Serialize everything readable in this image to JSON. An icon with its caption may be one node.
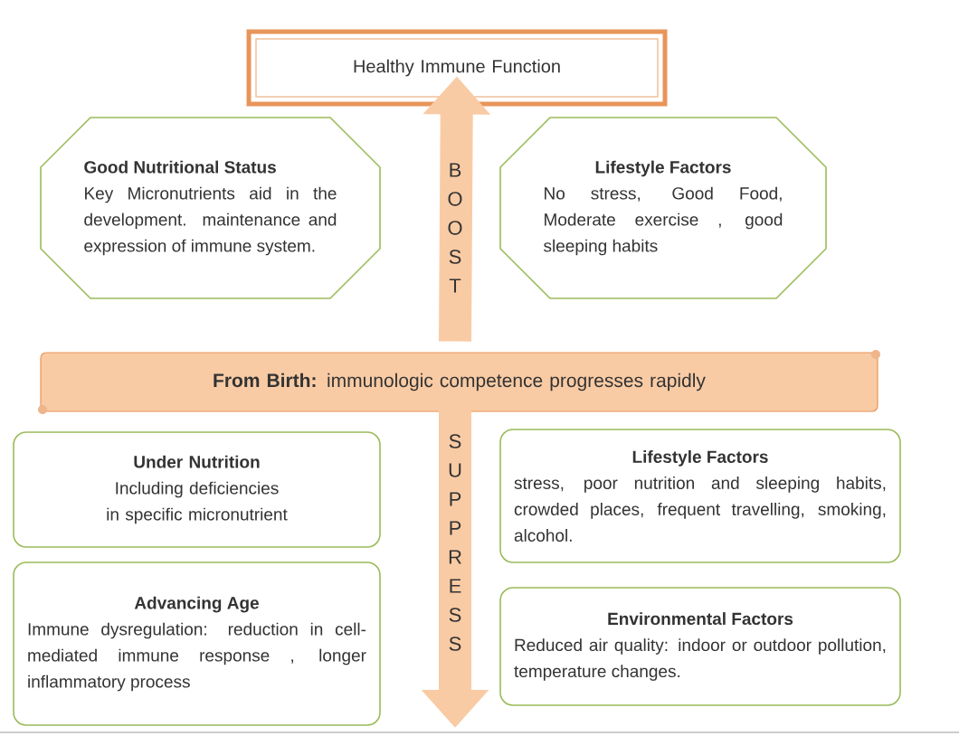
{
  "diagram": {
    "nodes": [
      {
        "text": [
          "Healthy Immune Function"
        ]
      },
      {
        "text": [
          "Good Nutritional Status",
          "Key Micronutrients aid in the development. maintenance and expression of immune system."
        ]
      },
      {
        "text": [
          "Lifestyle Factors",
          "No stress, Good Food, Moderate exercise , good sleeping habits"
        ]
      },
      {
        "text": [
          "**From Birth:** immunologic competence progresses rapidly"
        ]
      },
      {
        "text": [
          "Under Nutrition",
          "Including deficiencies in specific micronutrient"
        ]
      },
      {
        "text": [
          "Advancing Age",
          "Immune dysregulation: reduction in cell-mediated immune response , longer inflammatory process"
        ]
      },
      {
        "text": [
          "Lifestyle Factors",
          "stress, poor nutrition and sleeping habits, crowded places, frequent travelling, smoking, alcohol."
        ]
      },
      {
        "text": [
          "Environmental Factors",
          "Reduced air quality: indoor or outdoor pollution, temperature changes."
        ]
      }
    ],
    "edges": [
      {
        "from": 3,
        "to": 0,
        "arrow": "to",
        "label": "B O O S T"
      },
      {
        "from": 3,
        "to": null,
        "arrow": "to",
        "label": "S U P P R E S S"
      }
    ]
  }
}
